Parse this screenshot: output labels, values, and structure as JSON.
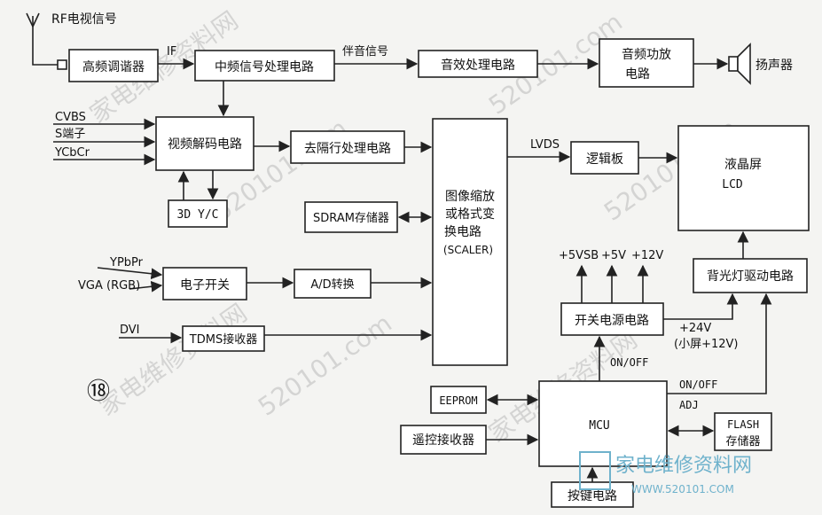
{
  "labels": {
    "rf_signal": "RF电视信号",
    "if": "IF",
    "accompany_audio": "伴音信号",
    "cvbs": "CVBS",
    "s_terminal": "S端子",
    "ycbcr": "YCbCr",
    "lvds": "LVDS",
    "ypbpr": "YPbPr",
    "vga": "VGA (RGB)",
    "dvi": "DVI",
    "plus5vsb": "+5VSB",
    "plus5v": "+5V",
    "plus12v": "+12V",
    "plus24v": "+24V",
    "small_screen": "(小屏+12V)",
    "on_off_1": "ON/OFF",
    "on_off_2": "ON/OFF",
    "adj": "ADJ",
    "figure_number": "⑱"
  },
  "blocks": {
    "tuner": "高频调谐器",
    "if_circuit": "中频信号处理电路",
    "audio_effect": "音效处理电路",
    "audio_amp_1": "音频功放",
    "audio_amp_2": "电路",
    "speaker": "扬声器",
    "video_decoder": "视频解码电路",
    "deinterlace": "去隔行处理电路",
    "comb_filter": "3D Y/C",
    "scaler_1": "图像缩放",
    "scaler_2": "或格式变",
    "scaler_3": "换电路",
    "scaler_4": "(SCALER)",
    "sdram": "SDRAM存储器",
    "logic_board": "逻辑板",
    "lcd_1": "液晶屏",
    "lcd_2": "LCD",
    "e_switch": "电子开关",
    "ad_convert": "A/D转换",
    "tdms": "TDMS接收器",
    "switching_psu": "开关电源电路",
    "backlight": "背光灯驱动电路",
    "eeprom": "EEPROM",
    "mcu": "MCU",
    "flash_1": "FLASH",
    "flash_2": "存储器",
    "remote_rx": "遥控接收器",
    "key_circuit": "按键电路"
  },
  "watermark": {
    "text_cn": "家电维修资料网",
    "text_url": "520101.com",
    "logo_cn": "家电维修资料网",
    "logo_url": "WWW.520101.COM"
  },
  "colors": {
    "line": "#222222",
    "box_fill": "#ffffff",
    "background": "#f4f4f2",
    "logo": "#6fb2cc"
  }
}
